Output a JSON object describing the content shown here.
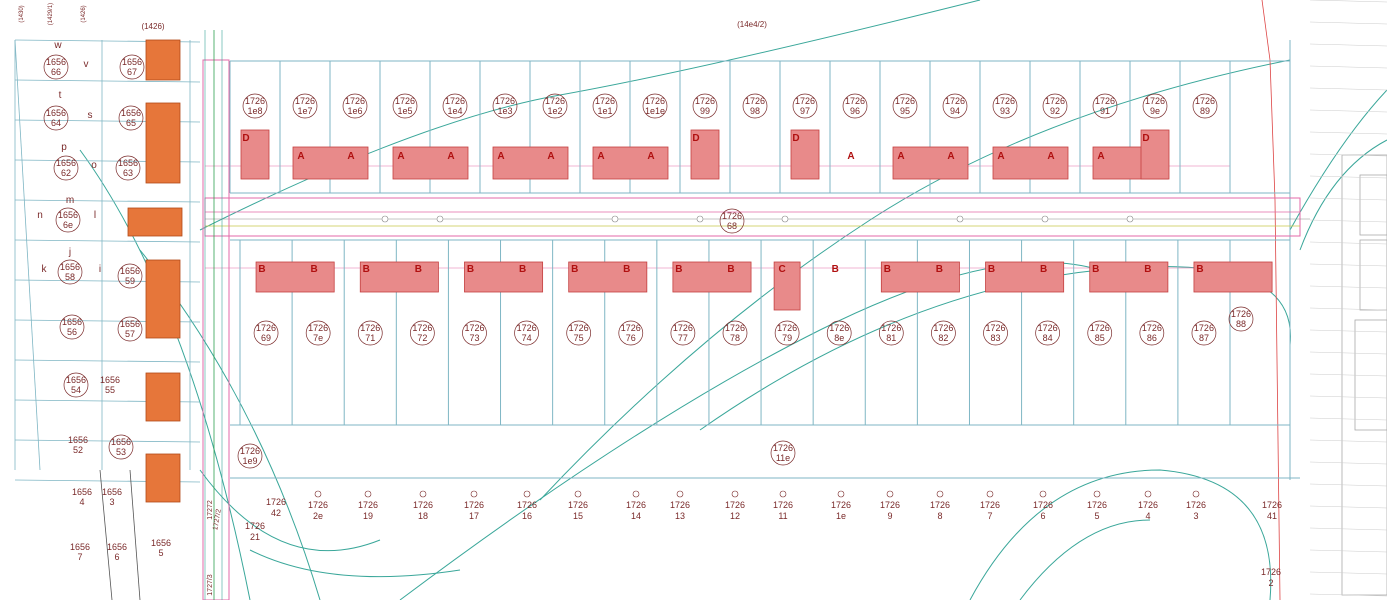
{
  "top_label": "(14e4/2)",
  "left_top_labels": [
    "(1430)",
    "(1429/1)",
    "(1426)",
    "(1426)"
  ],
  "left_parcels": [
    {
      "l1": "1656",
      "l2": "66"
    },
    {
      "l1": "1656",
      "l2": "64"
    },
    {
      "l1": "1656",
      "l2": "62"
    },
    {
      "l1": "1656",
      "l2": "6e"
    },
    {
      "l1": "1656",
      "l2": "58"
    },
    {
      "l1": "1656",
      "l2": "56"
    },
    {
      "l1": "1656",
      "l2": "54"
    },
    {
      "l1": "1656",
      "l2": "52"
    },
    {
      "l1": "1656",
      "l2": "4"
    },
    {
      "l1": "1656",
      "l2": "7"
    },
    {
      "l1": "1656",
      "l2": "67"
    },
    {
      "l1": "1656",
      "l2": "65"
    },
    {
      "l1": "1656",
      "l2": "63"
    },
    {
      "l1": "1656",
      "l2": "59"
    },
    {
      "l1": "1656",
      "l2": "57"
    },
    {
      "l1": "1656",
      "l2": "55"
    },
    {
      "l1": "1656",
      "l2": "53"
    },
    {
      "l1": "1656",
      "l2": "3"
    },
    {
      "l1": "1656",
      "l2": "6"
    },
    {
      "l1": "1656",
      "l2": "5"
    }
  ],
  "left_letters": [
    "w",
    "v",
    "t",
    "s",
    "p",
    "o",
    "m",
    "n",
    "l",
    "j",
    "k",
    "i"
  ],
  "top_row": [
    {
      "l1": "1726",
      "l2": "1e8",
      "bld": "D"
    },
    {
      "l1": "1726",
      "l2": "1e7",
      "bld": "A"
    },
    {
      "l1": "1726",
      "l2": "1e6",
      "bld": "A"
    },
    {
      "l1": "1726",
      "l2": "1e5",
      "bld": "A"
    },
    {
      "l1": "1726",
      "l2": "1e4",
      "bld": "A"
    },
    {
      "l1": "1726",
      "l2": "1e3",
      "bld": "A"
    },
    {
      "l1": "1726",
      "l2": "1e2",
      "bld": "A"
    },
    {
      "l1": "1726",
      "l2": "1e1",
      "bld": "A"
    },
    {
      "l1": "1726",
      "l2": "1e1e",
      "bld": "A"
    },
    {
      "l1": "1726",
      "l2": "99",
      "bld": "D"
    },
    {
      "l1": "1726",
      "l2": "98",
      "bld": ""
    },
    {
      "l1": "1726",
      "l2": "97",
      "bld": "D"
    },
    {
      "l1": "1726",
      "l2": "96",
      "bld": "A"
    },
    {
      "l1": "1726",
      "l2": "95",
      "bld": "A"
    },
    {
      "l1": "1726",
      "l2": "94",
      "bld": "A"
    },
    {
      "l1": "1726",
      "l2": "93",
      "bld": "A"
    },
    {
      "l1": "1726",
      "l2": "92",
      "bld": "A"
    },
    {
      "l1": "1726",
      "l2": "91",
      "bld": "A"
    },
    {
      "l1": "1726",
      "l2": "9e",
      "bld": "D"
    },
    {
      "l1": "1726",
      "l2": "89",
      "bld": ""
    }
  ],
  "bottom_row": [
    {
      "l1": "1726",
      "l2": "69",
      "bld": "B"
    },
    {
      "l1": "1726",
      "l2": "7e",
      "bld": "B"
    },
    {
      "l1": "1726",
      "l2": "71",
      "bld": "B"
    },
    {
      "l1": "1726",
      "l2": "72",
      "bld": "B"
    },
    {
      "l1": "1726",
      "l2": "73",
      "bld": "B"
    },
    {
      "l1": "1726",
      "l2": "74",
      "bld": "B"
    },
    {
      "l1": "1726",
      "l2": "75",
      "bld": "B"
    },
    {
      "l1": "1726",
      "l2": "76",
      "bld": "B"
    },
    {
      "l1": "1726",
      "l2": "77",
      "bld": "B"
    },
    {
      "l1": "1726",
      "l2": "78",
      "bld": "B"
    },
    {
      "l1": "1726",
      "l2": "79",
      "bld": "C"
    },
    {
      "l1": "1726",
      "l2": "8e",
      "bld": "B"
    },
    {
      "l1": "1726",
      "l2": "81",
      "bld": "B"
    },
    {
      "l1": "1726",
      "l2": "82",
      "bld": "B"
    },
    {
      "l1": "1726",
      "l2": "83",
      "bld": "B"
    },
    {
      "l1": "1726",
      "l2": "84",
      "bld": "B"
    },
    {
      "l1": "1726",
      "l2": "85",
      "bld": "B"
    },
    {
      "l1": "1726",
      "l2": "86",
      "bld": "B"
    },
    {
      "l1": "1726",
      "l2": "87",
      "bld": "B"
    }
  ],
  "street_parcel": {
    "l1": "1726",
    "l2": "68"
  },
  "parcel_88": {
    "l1": "1726",
    "l2": "88"
  },
  "parcel_1e9": {
    "l1": "1726",
    "l2": "1e9"
  },
  "parcel_11e": {
    "l1": "1726",
    "l2": "11e"
  },
  "lower_row": [
    {
      "l1": "1726",
      "l2": "42"
    },
    {
      "l1": "1726",
      "l2": "21"
    },
    {
      "l1": "1726",
      "l2": "2e"
    },
    {
      "l1": "1726",
      "l2": "19"
    },
    {
      "l1": "1726",
      "l2": "18"
    },
    {
      "l1": "1726",
      "l2": "17"
    },
    {
      "l1": "1726",
      "l2": "16"
    },
    {
      "l1": "1726",
      "l2": "15"
    },
    {
      "l1": "1726",
      "l2": "14"
    },
    {
      "l1": "1726",
      "l2": "13"
    },
    {
      "l1": "1726",
      "l2": "12"
    },
    {
      "l1": "1726",
      "l2": "11"
    },
    {
      "l1": "1726",
      "l2": "1e"
    },
    {
      "l1": "1726",
      "l2": "9"
    },
    {
      "l1": "1726",
      "l2": "8"
    },
    {
      "l1": "1726",
      "l2": "7"
    },
    {
      "l1": "1726",
      "l2": "6"
    },
    {
      "l1": "1726",
      "l2": "5"
    },
    {
      "l1": "1726",
      "l2": "4"
    },
    {
      "l1": "1726",
      "l2": "3"
    },
    {
      "l1": "1726",
      "l2": "41"
    },
    {
      "l1": "1726",
      "l2": "2"
    }
  ],
  "road_labels": [
    "1727/2",
    "17272",
    "1727/3"
  ],
  "colors": {
    "building": "#e88a8a",
    "building_stroke": "#c44040",
    "orange": "#e6763a",
    "teal": "#3aa79a",
    "parcel_line": "#7fb6c4",
    "pink": "#e36aa8",
    "dark": "#555555"
  }
}
